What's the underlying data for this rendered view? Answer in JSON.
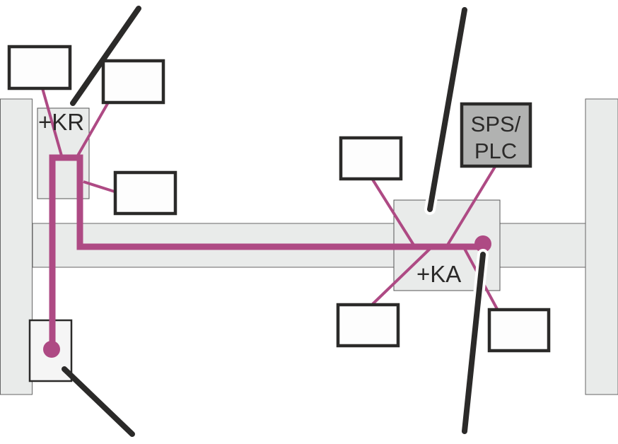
{
  "labels": {
    "kr": "+KR",
    "ka": "+KA",
    "plc_line1": "SPS/",
    "plc_line2": "PLC"
  },
  "colors": {
    "cable": "#ae4a84",
    "outline": "#2b2a29",
    "structure": "#e9ebea",
    "plc_fill": "#b1b2b1"
  }
}
